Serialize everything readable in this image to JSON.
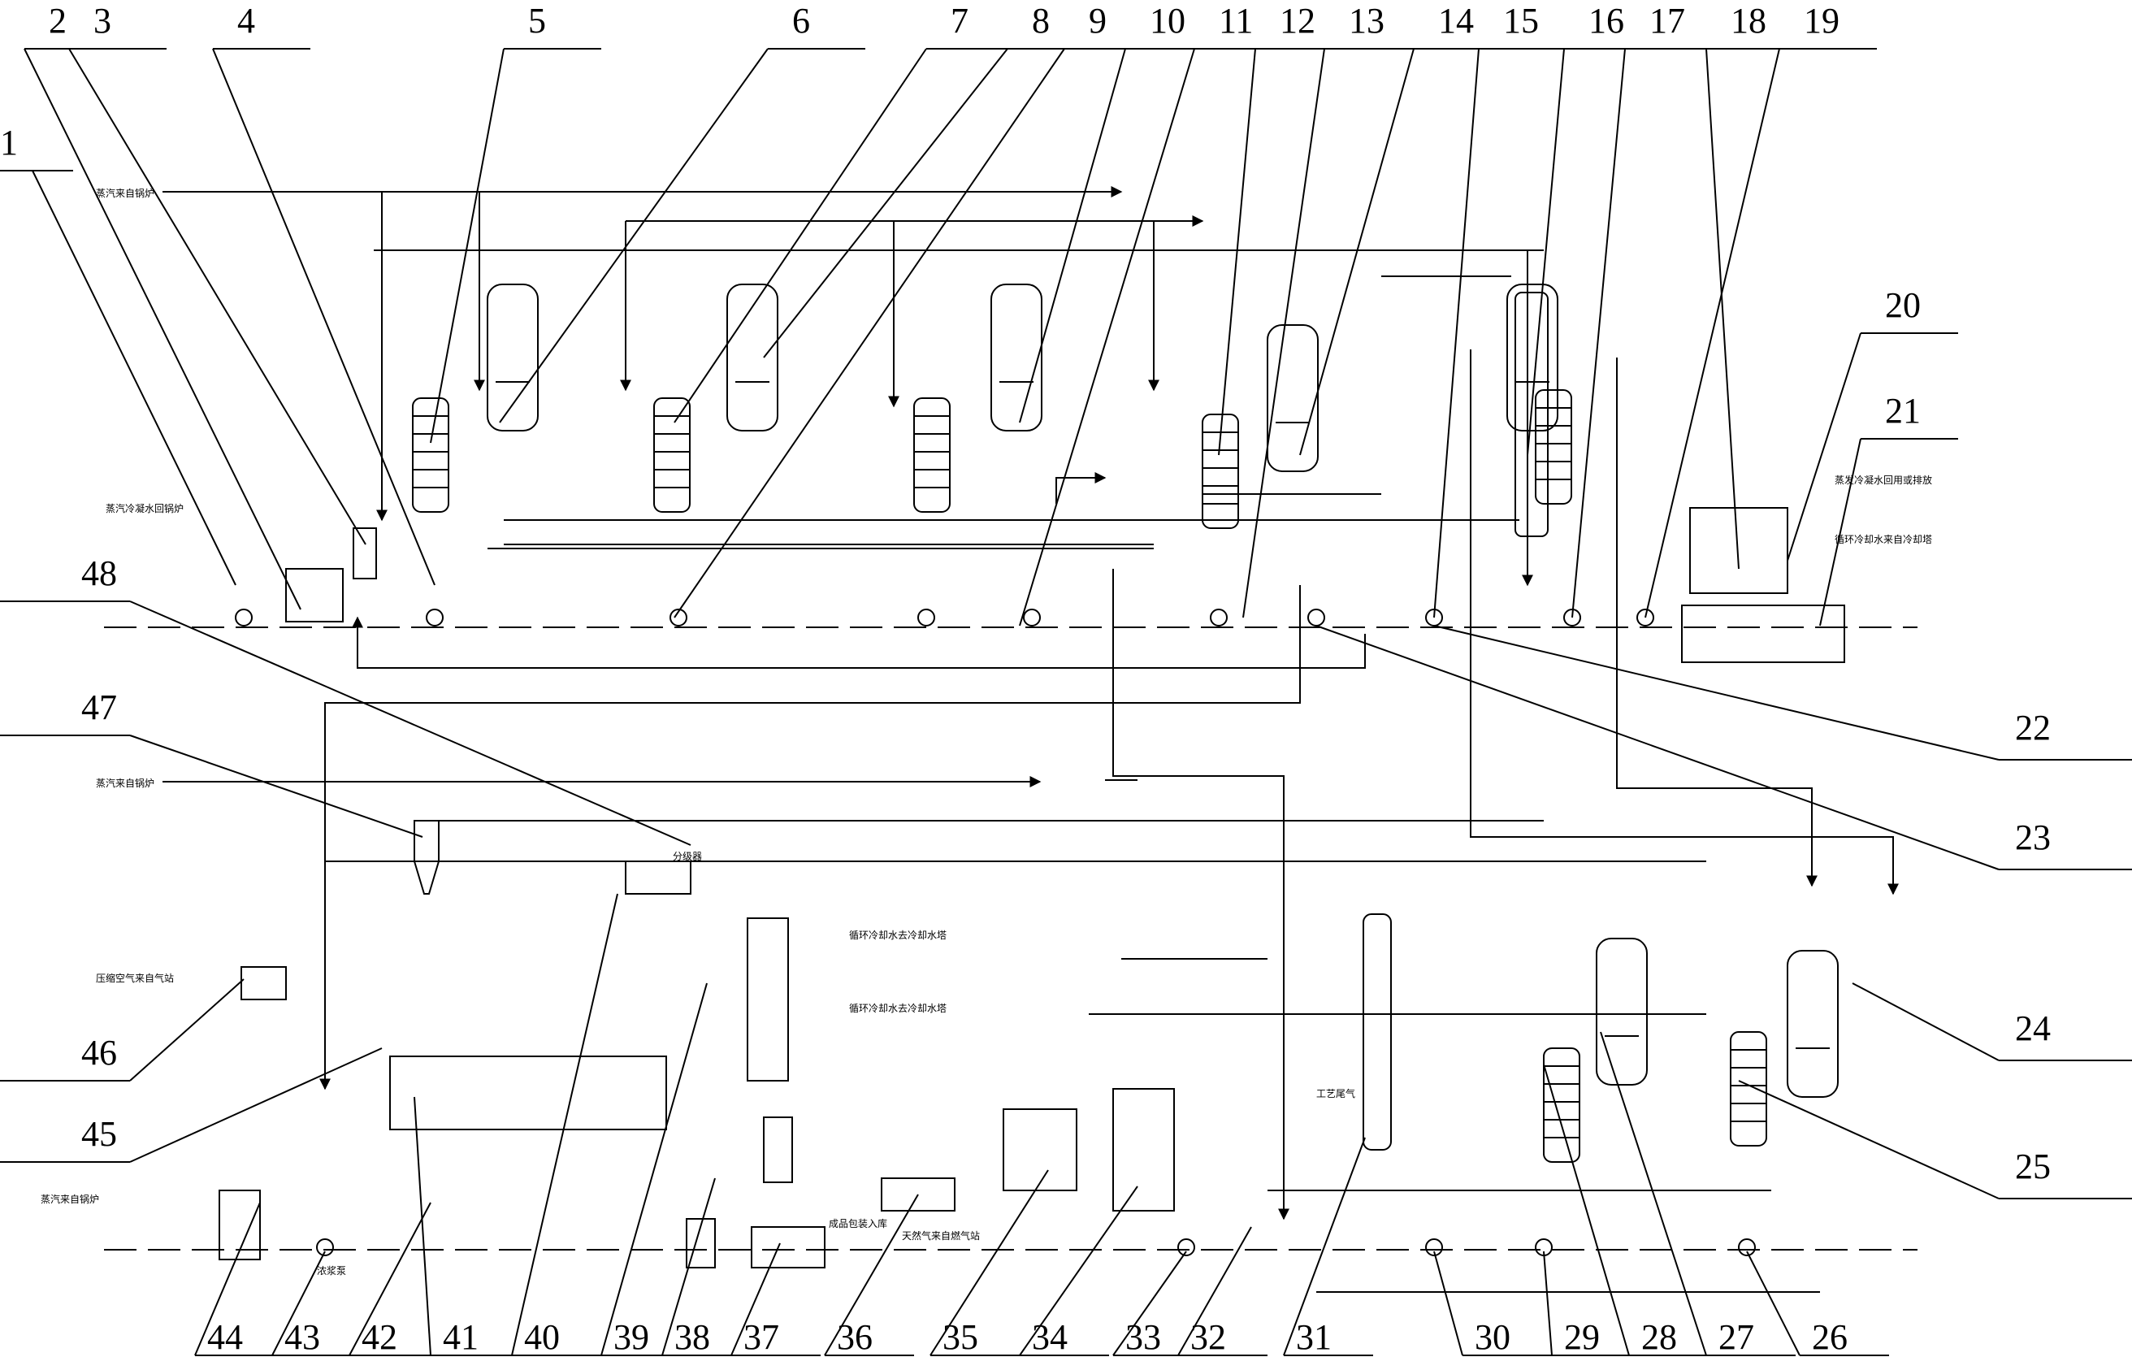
{
  "callouts_top": [
    "1",
    "2",
    "3",
    "4",
    "5",
    "6",
    "7",
    "8",
    "9",
    "10",
    "11",
    "12",
    "13",
    "14",
    "15",
    "16",
    "17",
    "18",
    "19",
    "20",
    "21"
  ],
  "callouts_right": [
    "22",
    "23",
    "24",
    "25"
  ],
  "callouts_bottom": [
    "26",
    "27",
    "28",
    "29",
    "30",
    "31",
    "32",
    "33",
    "34",
    "35",
    "36",
    "37",
    "38",
    "39",
    "40",
    "41",
    "42",
    "43",
    "44"
  ],
  "callouts_left": [
    "45",
    "46",
    "47",
    "48"
  ],
  "labels": {
    "steam_in_top": "蒸汽来自锅炉",
    "steam_in_mid": "蒸汽来自锅炉",
    "steam_in_bottom": "蒸汽来自锅炉",
    "condensate_out": "蒸汽冷凝水回锅炉",
    "cooling_water_out": "蒸发冷凝水回用或排放",
    "cooling_water_in": "循环冷却水来自冷却塔",
    "compressed_air": "压缩空气来自气站",
    "separator": "分级器",
    "cw_return_a": "循环冷却水去冷却水塔",
    "cw_return_b": "循环冷却水去冷却水塔",
    "gas_in": "天然气来自燃气站",
    "product_pack": "成品包装入库",
    "slurry_pump": "浓浆泵",
    "tail_gas": "工艺尾气"
  },
  "colors": {
    "line": "#000000",
    "background": "#ffffff"
  }
}
